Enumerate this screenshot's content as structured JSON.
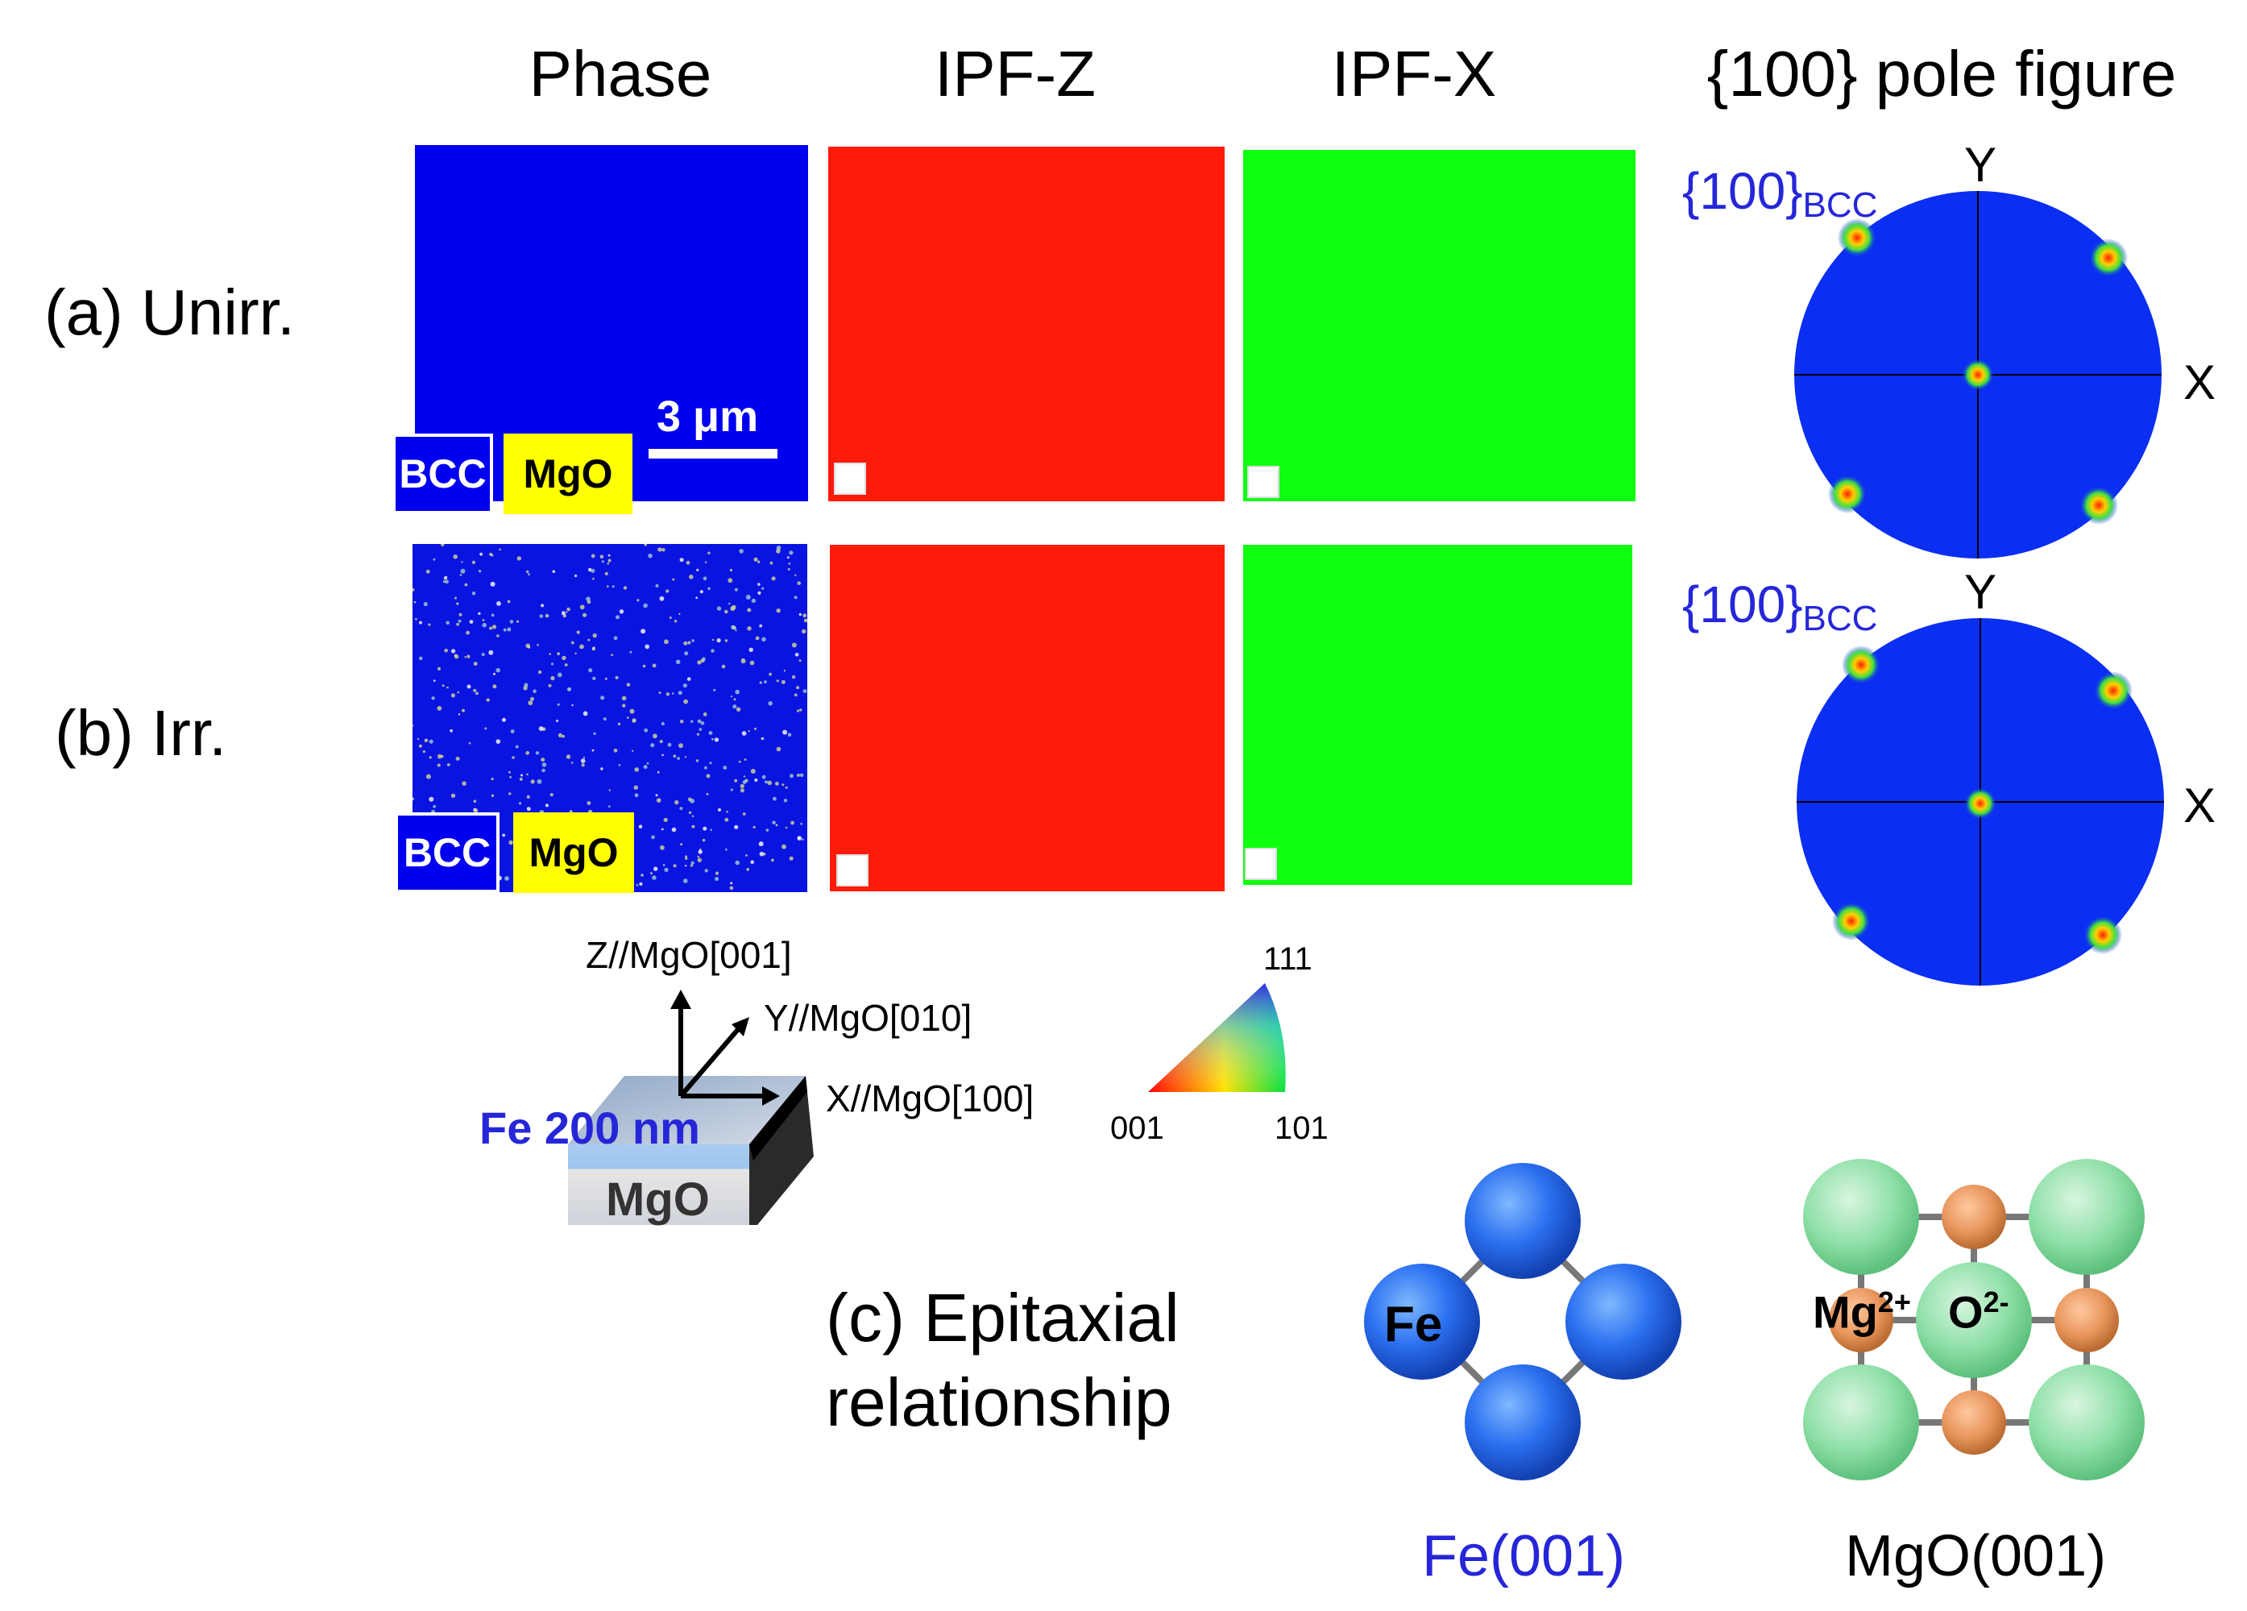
{
  "columns": {
    "phase": "Phase",
    "ipf_z": "IPF-Z",
    "ipf_x": "IPF-X",
    "pole_figure": "{100} pole figure"
  },
  "rows": {
    "a": "(a) Unirr.",
    "b": "(b) Irr."
  },
  "phase_legend": {
    "bcc": "BCC",
    "mgo": "MgO"
  },
  "scale_bar": "3 μm",
  "pole_figure": {
    "label_main": "{100}",
    "label_sub": "BCC",
    "y_axis": "Y",
    "x_axis": "X"
  },
  "schematic": {
    "z_axis": "Z//MgO[001]",
    "y_axis": "Y//MgO[010]",
    "x_axis": "X//MgO[100]",
    "film": "Fe 200 nm",
    "substrate": "MgO"
  },
  "ipf_triangle": {
    "top": "111",
    "left": "001",
    "right": "101"
  },
  "caption": {
    "line1": "(c) Epitaxial",
    "line2": "relationship"
  },
  "lattices": {
    "fe_atom": "Fe",
    "fe_caption": "Fe(001)",
    "mg_ion": "Mg",
    "mg_charge": "2+",
    "o_ion": "O",
    "o_charge": "2-",
    "mgo_caption": "MgO(001)"
  },
  "colors": {
    "bcc_blue": "#0000f0",
    "mgo_yellow": "#ffff00",
    "ipf_red": "#ff1a0a",
    "ipf_green": "#10ff10",
    "pole_blue": "#0a2ef2",
    "fe_blue": "#2a6ff0",
    "mgo_green": "#8fe0a8",
    "o_orange": "#e8955c",
    "label_blue": "#2626d9"
  }
}
